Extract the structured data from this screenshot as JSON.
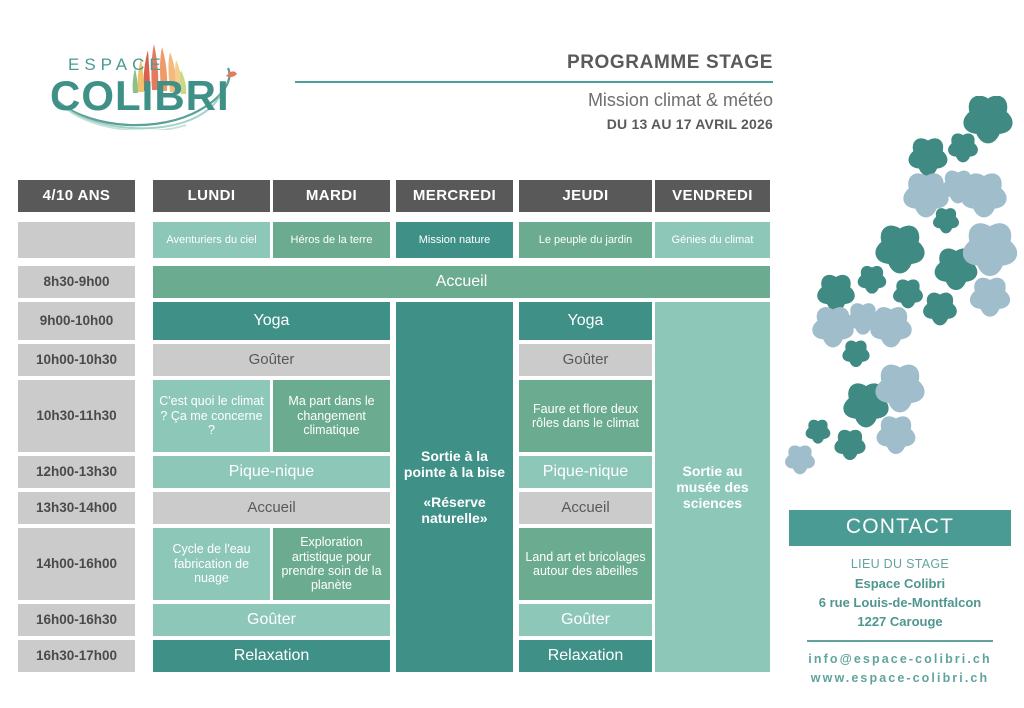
{
  "brand": {
    "logo_top": "ESPACE",
    "logo_bottom": "COLiBRi",
    "teal": "#3f9188",
    "light_teal": "#8cc7b8",
    "mid_green": "#6bab90",
    "gray": "#cbcbcb",
    "header_gray": "#595959"
  },
  "header": {
    "program_title": "PROGRAMME STAGE",
    "subtitle": "Mission climat & météo",
    "dates": "DU 13 AU 17 AVRIL 2026"
  },
  "schedule": {
    "age_header": "4/10 ANS",
    "days": [
      "LUNDI",
      "MARDI",
      "MERCREDI",
      "JEUDI",
      "VENDREDI"
    ],
    "themes": [
      "Aventuriers du ciel",
      "Héros de la terre",
      "Mission nature",
      "Le peuple du jardin",
      "Génies du climat"
    ],
    "times": [
      "8h30-9h00",
      "9h00-10h00",
      "10h00-10h30",
      "10h30-11h30",
      "12h00-13h30",
      "13h30-14h00",
      "14h00-16h00",
      "16h00-16h30",
      "16h30-17h00"
    ],
    "all_days_accueil": "Accueil",
    "monday_tuesday": {
      "yoga": "Yoga",
      "gouter_am": "Goûter",
      "lundi_morning": "C'est quoi le climat ? Ça me concerne ?",
      "mardi_morning": "Ma part dans le changement climatique",
      "pique_nique": "Pique-nique",
      "accueil_pm": "Accueil",
      "lundi_afternoon": "Cycle de l'eau fabrication de nuage",
      "mardi_afternoon": "Exploration artistique pour prendre soin de la planète",
      "gouter_pm": "Goûter",
      "relaxation": "Relaxation"
    },
    "mercredi": {
      "line1": "Sortie à la pointe à la bise",
      "line2": "«Réserve naturelle»"
    },
    "jeudi": {
      "yoga": "Yoga",
      "gouter_am": "Goûter",
      "morning": "Faure et flore deux rôles dans le climat",
      "pique_nique": "Pique-nique",
      "accueil_pm": "Accueil",
      "afternoon": "Land art et bricolages autour des abeilles",
      "gouter_pm": "Goûter",
      "relaxation": "Relaxation"
    },
    "vendredi": {
      "all_day": "Sortie au musée des sciences"
    }
  },
  "contact": {
    "title": "CONTACT",
    "venue_label": "LIEU DU STAGE",
    "venue_name": "Espace Colibri",
    "street": "6 rue Louis-de-Montfalcon",
    "city": "1227 Carouge",
    "email": "info@espace-colibri.ch",
    "website": "www.espace-colibri.ch"
  }
}
